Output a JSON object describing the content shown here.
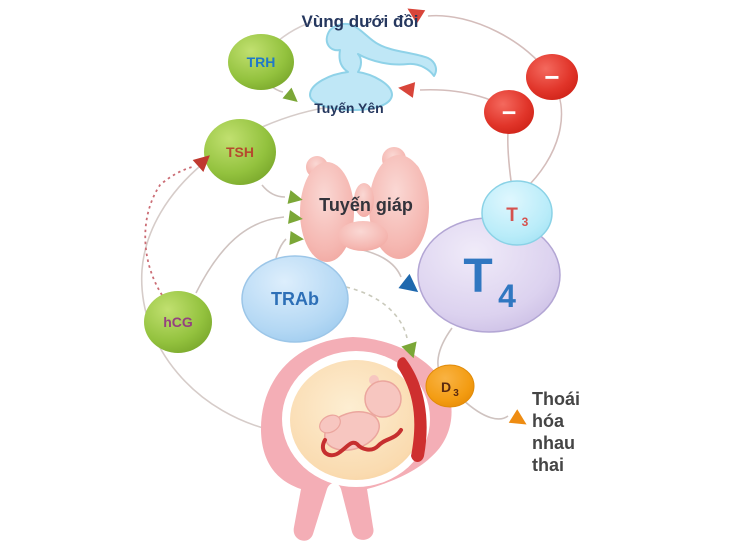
{
  "title": "Vùng dưới đồi",
  "nodes": {
    "trh": {
      "label": "TRH"
    },
    "tsh": {
      "label": "TSH"
    },
    "hcg": {
      "label": "hCG"
    },
    "trab": {
      "label": "TRAb"
    },
    "pituitary": {
      "label": "Tuyến Yên"
    },
    "thyroid": {
      "label": "Tuyến giáp"
    },
    "t3": {
      "main": "T",
      "sub": "3"
    },
    "t4": {
      "main": "T",
      "sub": "4"
    },
    "d3": {
      "main": "D",
      "sub": "3"
    },
    "minus1": {
      "symbol": "−"
    },
    "minus2": {
      "symbol": "−"
    }
  },
  "annotations": {
    "degradation": [
      "Thoái",
      "hóa",
      "nhau",
      "thai"
    ]
  },
  "colors": {
    "navy_text": "#25375e",
    "charcoal_text": "#33333b",
    "gray_text": "#454545",
    "green_node": "#8cbb3a",
    "trh_text": "#1f78c8",
    "tsh_text": "#b54a2e",
    "hcg_text": "#94417f",
    "trab_fill": "#b3d7f3",
    "trab_text": "#2d6fb7",
    "t3_fill": "#bfecf9",
    "t3_text": "#d5524e",
    "t4_fill": "#d9cfee",
    "t4_text": "#3077c1",
    "red_feedback": "#dd3126",
    "orange_node": "#f39c12",
    "thyroid_pink": "#f5bab4",
    "uterus_pink": "#f4aeb6",
    "sac_peach": "#f9d9ae",
    "placenta_red": "#ce2f2f",
    "curve_gray": "#cfc3c0"
  }
}
